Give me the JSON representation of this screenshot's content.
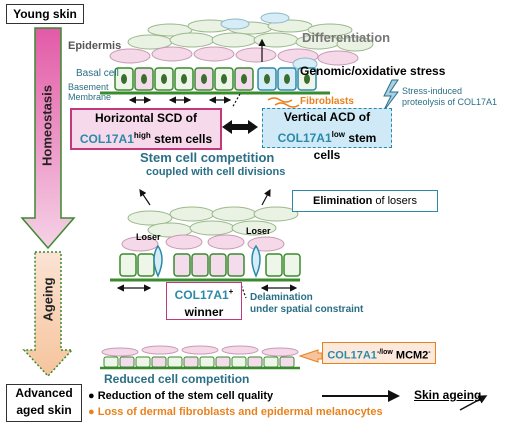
{
  "stages": {
    "young": "Young skin",
    "advanced_line1": "Advanced",
    "advanced_line2": "aged skin",
    "homeostasis": "Homeostasis",
    "ageing": "Ageing"
  },
  "panel_top": {
    "epidermis": "Epidermis",
    "differentiation": "Differentiation",
    "basal_cell": "Basal cell",
    "basement_line1": "Basement",
    "basement_line2": "Membrane",
    "fibroblasts": "Fibroblasts",
    "stress": "Genomic/oxidative stress",
    "stress_note_line1": "Stress-induced",
    "stress_note_line2": "proteolysis of COL17A1",
    "scd_line1": "Horizontal SCD of",
    "scd_gene": "COL17A1",
    "scd_sup": "high",
    "scd_suffix": " stem cells",
    "acd_line1": "Vertical ACD of",
    "acd_gene": "COL17A1",
    "acd_sup": "low",
    "acd_suffix": " stem cells",
    "competition_line1": "Stem cell competition",
    "competition_line2": "coupled with cell divisions"
  },
  "panel_mid": {
    "elimination_bold": "Elimination",
    "elimination_rest": " of losers",
    "loser_left": "Loser",
    "loser_right": "Loser",
    "winner_gene": "COL17A1",
    "winner_sup": "+",
    "winner_word": "winner",
    "delam_line1": "Delamination",
    "delam_line2": "under spatial constraint"
  },
  "panel_bottom": {
    "marker_gene": "COL17A1",
    "marker_sup": "-/low",
    "marker_mcm": " MCM2",
    "marker_mcm_sup": "-",
    "reduced": "Reduced cell competition",
    "bullet1": "Reduction of the stem cell quality",
    "bullet2": "Loss of dermal fibroblasts and epidermal melanocytes",
    "outcome": "Skin ageing"
  },
  "colors": {
    "green_dark": "#3a8a2e",
    "teal_text": "#2a6f86",
    "pink_bg": "#f6d9ea",
    "blue_bg": "#cfe9f7",
    "orange": "#e8821e",
    "magenta_box": "#c0397a"
  }
}
